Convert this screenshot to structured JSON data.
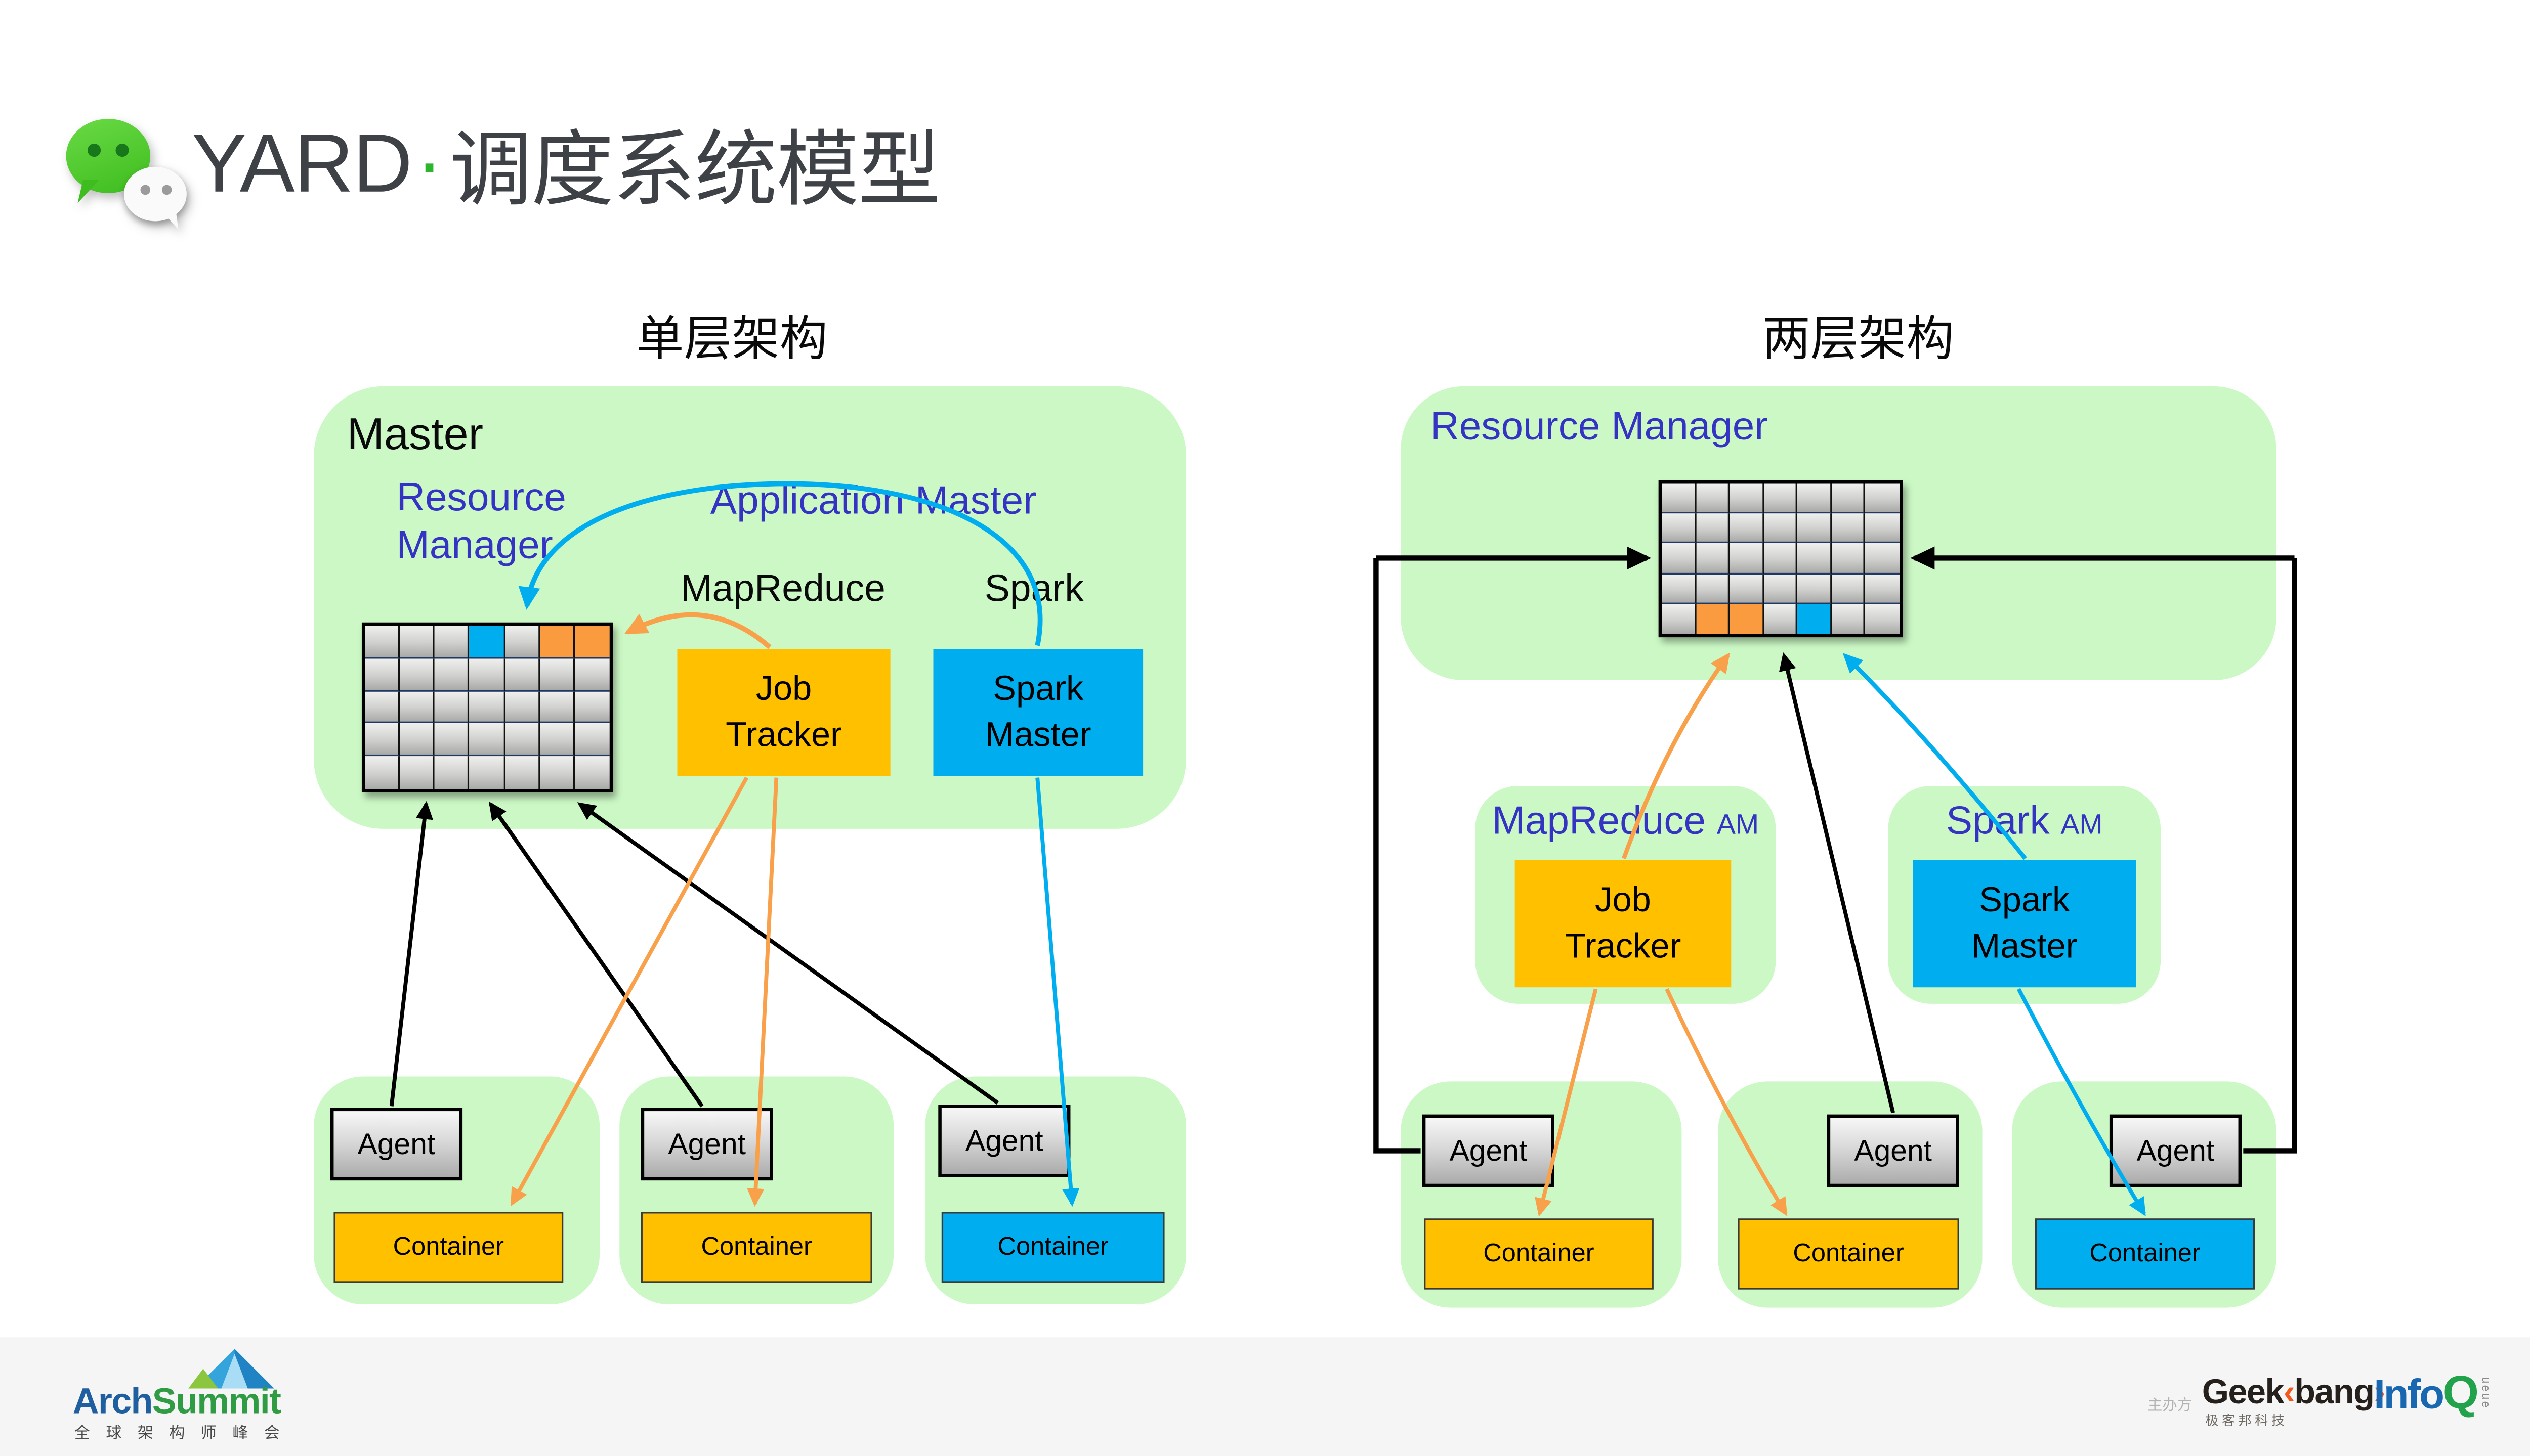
{
  "header": {
    "title_yard": "YARD",
    "title_dot": "·",
    "title_rest": "调度系统模型"
  },
  "left": {
    "section_title": "单层架构",
    "master_label": "Master",
    "resource_manager_label": "Resource\nManager",
    "application_master_label": "Application Master",
    "mapreduce_label": "MapReduce",
    "spark_label": "Spark",
    "job_tracker_label": "Job\nTracker",
    "spark_master_label": "Spark\nMaster",
    "grid": {
      "rows": 5,
      "cols": 7,
      "highlights": [
        {
          "row": 0,
          "col": 3,
          "color": "#00AEEF"
        },
        {
          "row": 0,
          "col": 5,
          "color": "#FB9B40"
        },
        {
          "row": 0,
          "col": 6,
          "color": "#FB9B40"
        }
      ]
    },
    "nodes": [
      {
        "agent_label": "Agent",
        "container_label": "Container",
        "container_color": "#FFC000"
      },
      {
        "agent_label": "Agent",
        "container_label": "Container",
        "container_color": "#FFC000"
      },
      {
        "agent_label": "Agent",
        "container_label": "Container",
        "container_color": "#00AEEF"
      }
    ]
  },
  "right": {
    "section_title": "两层架构",
    "resource_manager_label": "Resource Manager",
    "mapreduce_am_main": "MapReduce",
    "mapreduce_am_suffix": "AM",
    "spark_am_main": "Spark",
    "spark_am_suffix": "AM",
    "job_tracker_label": "Job\nTracker",
    "spark_master_label": "Spark\nMaster",
    "grid": {
      "rows": 5,
      "cols": 7,
      "highlights": [
        {
          "row": 4,
          "col": 1,
          "color": "#FB9B40"
        },
        {
          "row": 4,
          "col": 2,
          "color": "#FB9B40"
        },
        {
          "row": 4,
          "col": 4,
          "color": "#00AEEF"
        }
      ]
    },
    "nodes": [
      {
        "agent_label": "Agent",
        "container_label": "Container",
        "container_color": "#FFC000"
      },
      {
        "agent_label": "Agent",
        "container_label": "Container",
        "container_color": "#FFC000"
      },
      {
        "agent_label": "Agent",
        "container_label": "Container",
        "container_color": "#00AEEF"
      }
    ]
  },
  "footer": {
    "archsummit_arch": "Arch",
    "archsummit_summit": "Summit",
    "archsummit_subtitle": "全 球 架 构 师 峰 会",
    "host_label": "主办方",
    "geekbang_geek": "Geek",
    "geekbang_open": "‹",
    "geekbang_bang": "bang",
    "geekbang_close": "›.",
    "geekbang_subtitle": "极客邦科技",
    "infoq_info": "Info",
    "infoq_q": "Q",
    "infoq_queue": "ueue"
  },
  "colors": {
    "panel_green": "#CBF8C5",
    "accent_orange": "#FFC000",
    "accent_blue": "#00AEEF",
    "grid_orange": "#FB9B40",
    "arrow_orange": "#F9A04A",
    "label_blue": "#3533C4"
  }
}
